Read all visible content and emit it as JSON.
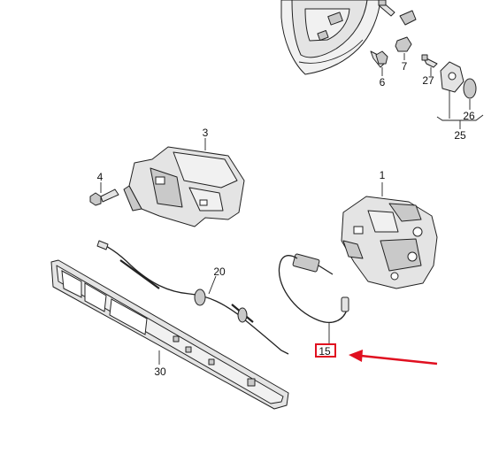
{
  "callouts": {
    "c1": "1",
    "c3": "3",
    "c4": "4",
    "c6": "6",
    "c7": "7",
    "c15": "15",
    "c20": "20",
    "c25": "25",
    "c26": "26",
    "c27": "27",
    "c30": "30"
  },
  "highlighted_callout": "15",
  "colors": {
    "highlight": "#e01020",
    "line": "#222222",
    "part_fill": "#e4e4e4"
  }
}
